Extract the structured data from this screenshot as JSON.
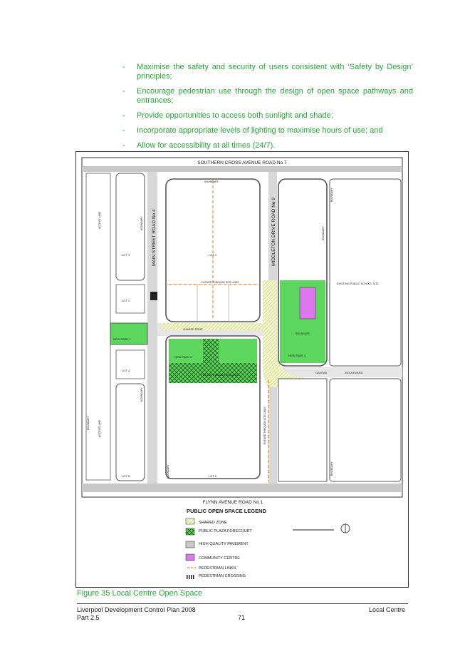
{
  "bullets": [
    "Maximise the safety and security of users consistent with ‘Safety by Design’ principles;",
    "Encourage pedestrian use through the design of open space pathways and entrances;",
    "Provide opportunities to access both sunlight and shade;",
    "Incorporate appropriate levels of lighting to maximise hours of use; and",
    "Allow for accessibility at all times (24/7)."
  ],
  "map": {
    "roads": {
      "top": "SOUTHERN CROSS AVENUE   ROAD No 7",
      "bottom": "FLYNN AVENUE ROAD No 1",
      "main_street": "MAIN STREET ROAD No 4",
      "middleton": "MIDDLETON DRIVE ROAD No 9",
      "access_lane": "ACCESS LANE",
      "boundary": "BOUNDARY",
      "shared_zone": "SHARED ZONE",
      "gantas": "GANTAS",
      "boulevard": "BOULEVARD"
    },
    "lots": {
      "lot1": "LOT 1",
      "lot2": "LOT 2",
      "lot3": "LOT 3",
      "lot4": "LOT 4",
      "lot5": "LOT 5",
      "lot6": "LOT 6"
    },
    "parks": {
      "park1": "NEW PARK 1",
      "park2": "NEW PARK 2",
      "park3": "NEW PARK 3"
    },
    "labels": {
      "through_site_links_top": "FUTURE THROUGH SITE LINKS",
      "through_site_links_mid": "FUTURE THROUGH SITE LINKS",
      "through_site_links_low": "FUTURE THROUGH SITE LINKS",
      "school": "EXISTING PUBLIC SCHOOL SITE"
    },
    "legend": {
      "title": "PUBLIC OPEN SPACE LEGEND",
      "items": [
        "SHARED ZONE",
        "PUBLIC PLAZA FORECOURT",
        "HIGH QUALITY PAVEMENT",
        "COMMUNITY CENTRE",
        "PEDESTRIAN LINKS",
        "PEDESTRIAN CROSSING"
      ]
    }
  },
  "caption": "Figure 35 Local Centre Open Space",
  "footer": {
    "left_line1": "Liverpool Development Control Plan 2008",
    "left_line2": "Part 2.5",
    "page_number": "71",
    "right": "Local Centre"
  },
  "colors": {
    "green_text": "#22aa33",
    "park_green": "#5cd65c",
    "community_centre": "#dd77ee",
    "shared_zone": "#f2f5c8",
    "pavement": "#c8c8c8",
    "pedestrian_link": "#ee8833"
  }
}
